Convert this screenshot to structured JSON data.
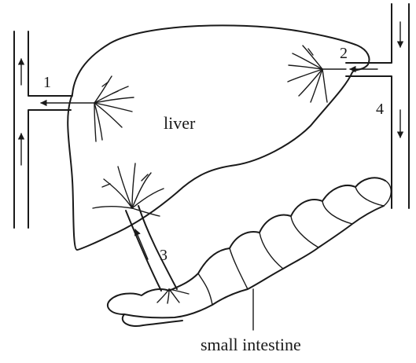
{
  "labels": {
    "organ": "liver",
    "intestine": "small intestine",
    "vessel_1": "1",
    "vessel_2": "2",
    "vessel_3": "3",
    "vessel_4": "4"
  },
  "colors": {
    "ink": "#1a1a1a",
    "background": "#ffffff"
  }
}
